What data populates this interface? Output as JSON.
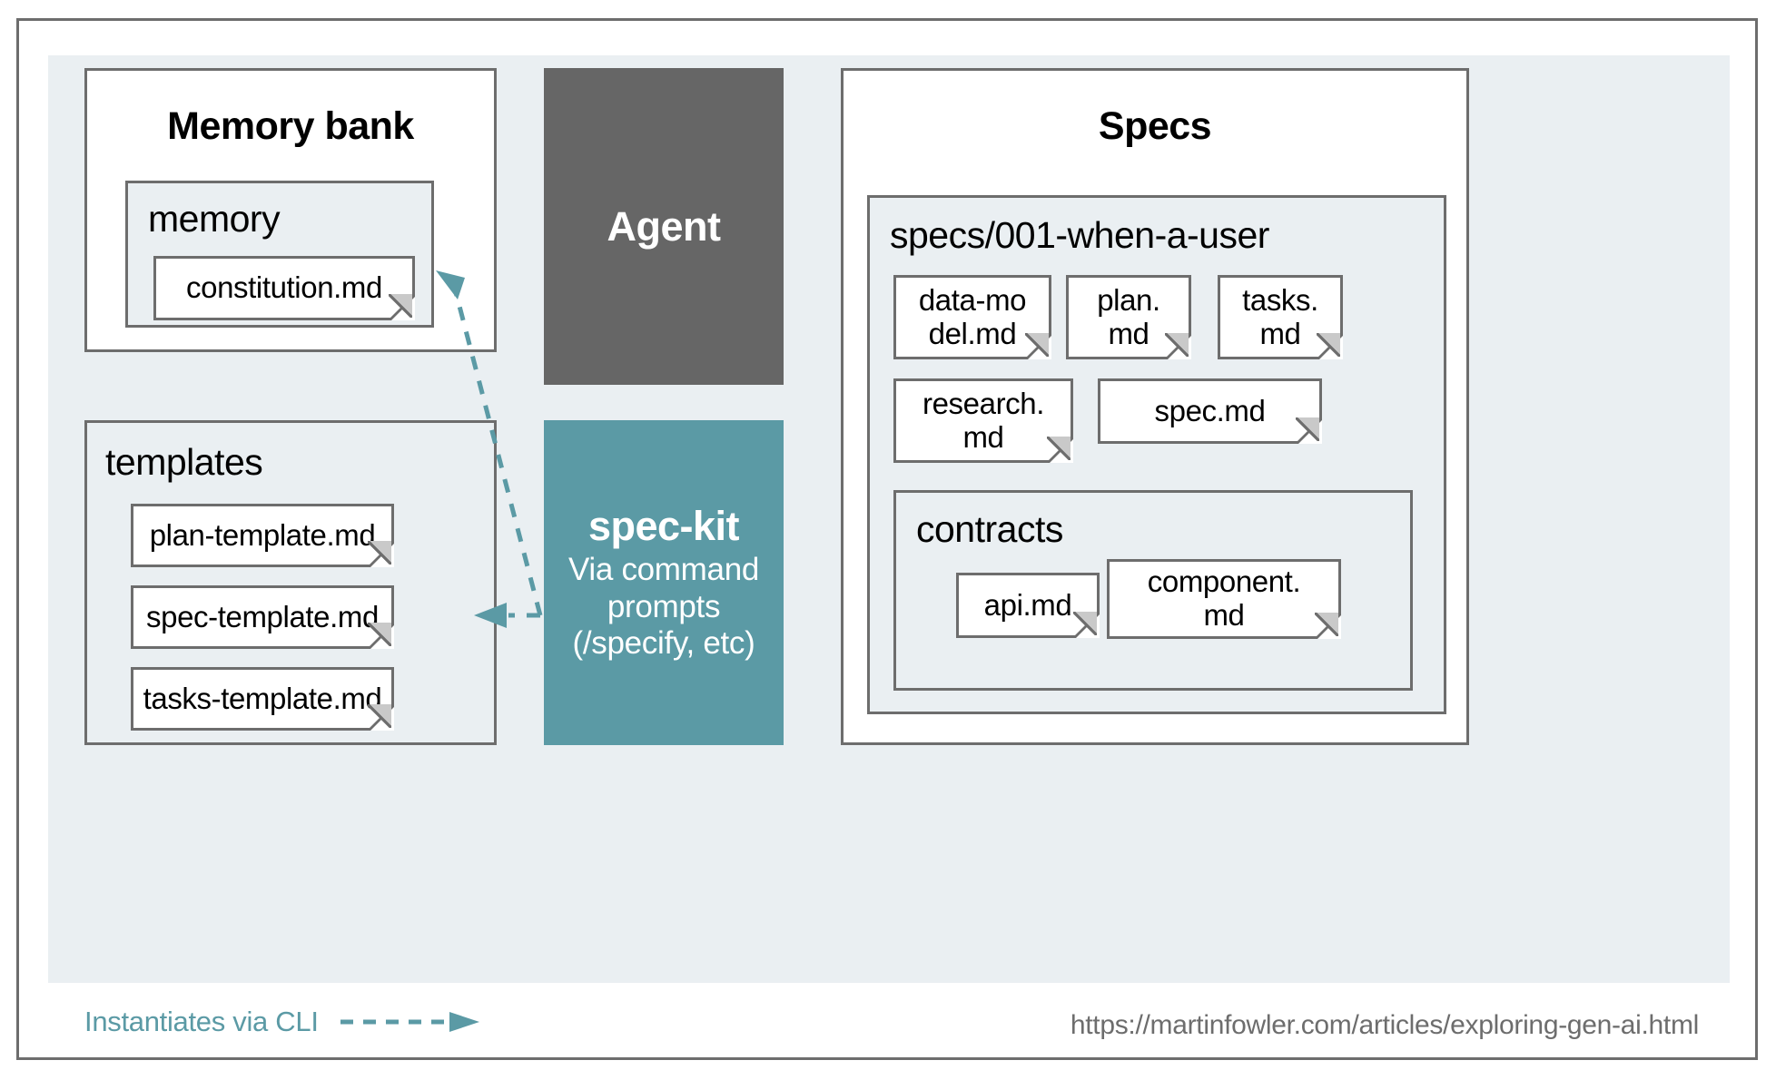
{
  "diagram": {
    "title_hidden": "",
    "panels": {
      "memory_bank": {
        "title": "Memory bank",
        "subgroup": {
          "title": "memory",
          "cards": [
            {
              "label": "constitution.md"
            }
          ]
        }
      },
      "templates": {
        "title": "templates",
        "cards": [
          {
            "label": "plan-template.md"
          },
          {
            "label": "spec-template.md"
          },
          {
            "label": "tasks-template.md"
          }
        ]
      },
      "agent": {
        "title": "Agent",
        "color": "#666666",
        "text_color": "#ffffff"
      },
      "spec_kit": {
        "title": "spec-kit",
        "subtitle": "Via command\nprompts\n(/specify, etc)",
        "color": "#5b9aa5",
        "text_color": "#ffffff"
      },
      "specs": {
        "title": "Specs",
        "feature_folder": {
          "title": "specs/001-when-a-user",
          "cards_row_1": [
            {
              "label": "data-mo\ndel.md"
            },
            {
              "label": "plan.\nmd"
            },
            {
              "label": "tasks.\nmd"
            }
          ],
          "cards_row_2": [
            {
              "label": "research.\nmd"
            },
            {
              "label": "spec.md"
            }
          ],
          "contracts": {
            "title": "contracts",
            "cards": [
              {
                "label": "api.md"
              },
              {
                "label": "component.\nmd"
              }
            ]
          }
        }
      }
    },
    "legend": {
      "label": "Instantiates via CLI",
      "arrow_color": "#5b9aa5",
      "arrow_style": "dashed"
    },
    "source_url": "https://martinfowler.com/articles/exploring-gen-ai.html",
    "colors": {
      "panel_background": "#eaeff2",
      "border": "#6d6d6d",
      "accent_teal": "#5b9aa5",
      "agent_gray": "#666666",
      "card_white": "#ffffff",
      "footer_text": "#6d6d6d"
    }
  }
}
